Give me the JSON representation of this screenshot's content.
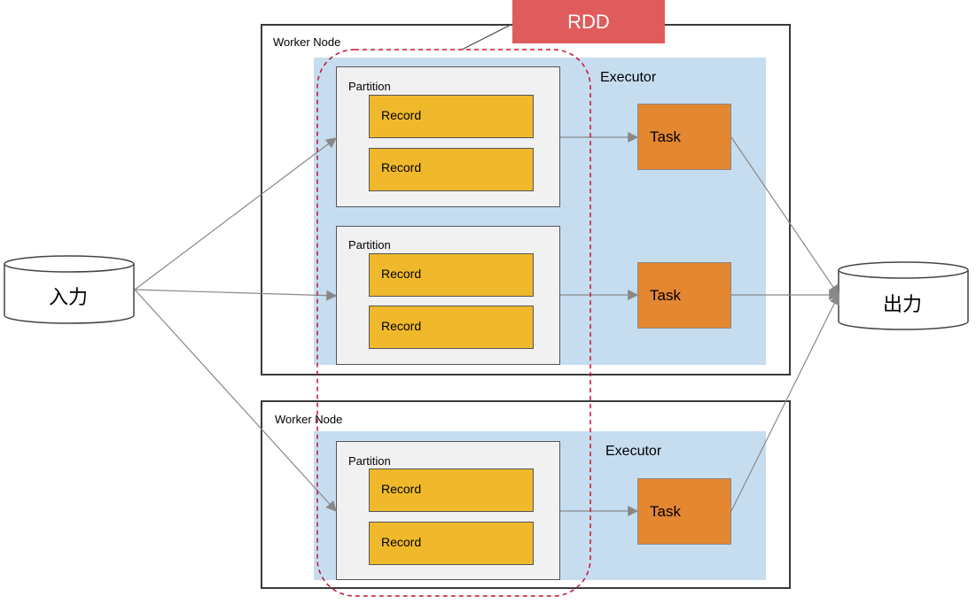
{
  "rdd": {
    "label": "RDD",
    "color": "#e05b5b"
  },
  "input": {
    "label": "入力"
  },
  "output": {
    "label": "出力"
  },
  "worker_nodes": [
    {
      "label": "Worker Node",
      "executor_label": "Executor",
      "partitions": [
        {
          "label": "Partition",
          "records": [
            "Record",
            "Record"
          ],
          "task": "Task"
        },
        {
          "label": "Partition",
          "records": [
            "Record",
            "Record"
          ],
          "task": "Task"
        }
      ]
    },
    {
      "label": "Worker Node",
      "executor_label": "Executor",
      "partitions": [
        {
          "label": "Partition",
          "records": [
            "Record",
            "Record"
          ],
          "task": "Task"
        }
      ]
    }
  ],
  "colors": {
    "executor": "#c6ddf0",
    "partition": "#f1f1f1",
    "record": "#f0b92b",
    "task": "#e48731",
    "rdd_outline": "#c8102e"
  }
}
